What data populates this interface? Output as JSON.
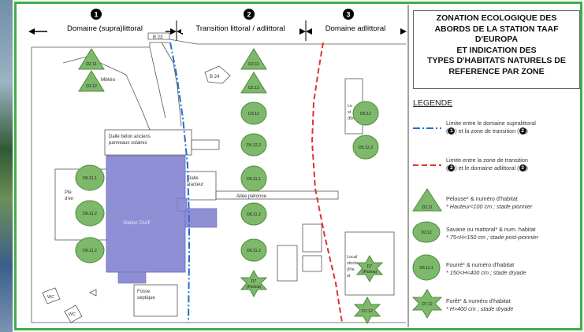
{
  "zones": [
    {
      "number": "1",
      "label": "Domaine (supra)littoral"
    },
    {
      "number": "2",
      "label": "Transition littoral / adlittoral"
    },
    {
      "number": "3",
      "label": "Domaine adlittoral"
    }
  ],
  "plan_labels": {
    "b23": "B 23",
    "b24": "B 24",
    "meteo": "Météo",
    "dalle_beton_1": "Dalle béton anciens",
    "dalle_beton_2": "panneaux solaires",
    "dalle_tracteur_1": "Dalle",
    "dalle_tracteur_2": "tracteur",
    "allee": "Allée piétonne",
    "station": "Station TAAF",
    "fosse_1": "Fosse",
    "fosse_2": "septique",
    "wc1": "WC",
    "wc2": "WC",
    "left_cut_1": "Ple",
    "left_cut_2": "d'en",
    "local_top_1": "Lo",
    "local_top_2": "st",
    "local_top_3": "(Bro",
    "local_bot_1": "Local",
    "local_bot_2": "stock",
    "local_bot_3": "(Pie",
    "local_bot_4": "et"
  },
  "habitats": {
    "tri_1": "D2.11",
    "tri_2": "D2.12",
    "tri_3": "D2.11",
    "tri_4": "D2.12",
    "ell_z2_1": "D3.12",
    "ell_z2_2": "D5.12.2",
    "ell_z2_3": "D6.11.1",
    "ell_z2_4": "D6.11.2",
    "ell_z2_5": "D6.11.2",
    "star_z2_1": "D7",
    "star_z2_2": "(Ficinia)",
    "ell_st_1": "D6.11.1",
    "ell_st_2": "D6.11.2",
    "ell_st_3": "D6.11.2",
    "ell_z3_1": "D5.12",
    "ell_z3_2": "D5.12.2",
    "star_z3_1": "D7",
    "star_z3_2": "(Ficinia)",
    "star_z3_3": "D7.12"
  },
  "legend": {
    "title_lines": [
      "ZONATION ECOLOGIQUE DES",
      "ABORDS DE LA STATION TAAF",
      "D'EUROPA",
      "ET INDICATION DES",
      "TYPES D'HABITATS NATURELS DE",
      "REFERENCE PAR ZONE"
    ],
    "heading": "LEGENDE",
    "limit1_a": "Limite entre le domaine supralittoral",
    "limit1_b1": "(",
    "limit1_num1": "1",
    "limit1_b2": ") et la zone de transition (",
    "limit1_num2": "2",
    "limit1_b3": ")",
    "limit2_a": "Limite entre la zone de transition",
    "limit2_b1": "(",
    "limit2_num1": "2",
    "limit2_b2": ") et le domaine adlittoral (",
    "limit2_num2": "3",
    "limit2_b3": ")",
    "items": [
      {
        "code": "D2.11",
        "name": "Pelouse* & numéro d'habitat",
        "detail": "* Hauteur<100 cm ; stade pionnier"
      },
      {
        "code": "D3.12",
        "name": "Savane ou mattoral* & num. habitat",
        "detail": "* 75<H<150 cm ; stade post-pionnier"
      },
      {
        "code": "D6.11.1",
        "name": "Fourré* & numéro d'habitat",
        "detail": "* 150<H<400 cm ; stade dryade"
      },
      {
        "code": "D7.12",
        "name": "Forêt* & numéro d'habitat",
        "detail": "* H>400 cm ; stade dryade"
      }
    ]
  },
  "colors": {
    "frame": "#3fae49",
    "habitat_fill": "#7eb86a",
    "habitat_stroke": "#4d8a3f",
    "station": "#8f8fd6",
    "limit1": "#1f6fd1",
    "limit2": "#e0322b"
  }
}
